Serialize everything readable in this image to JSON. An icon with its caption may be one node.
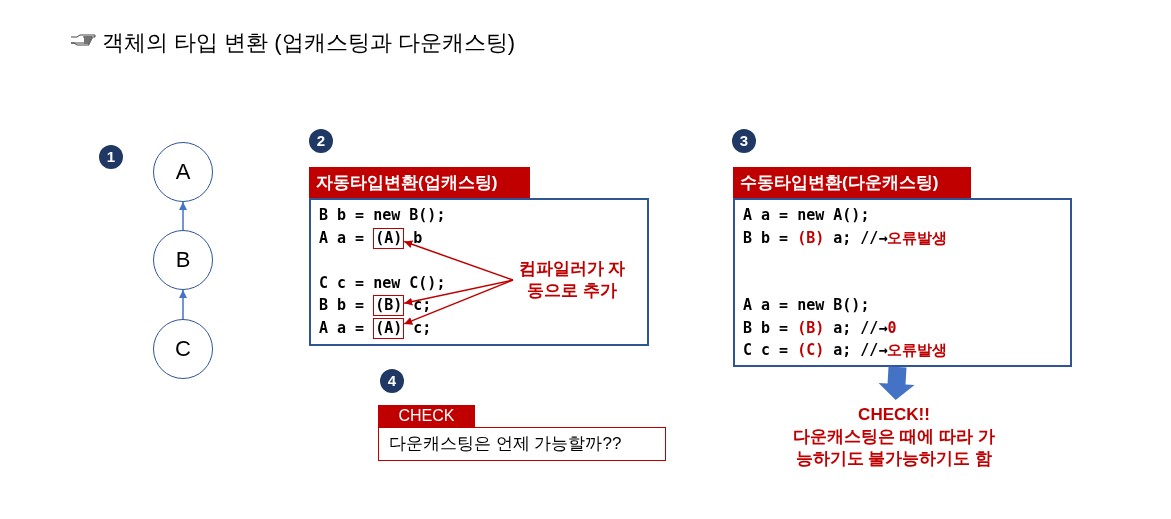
{
  "diagram": {
    "title": "객체의 타입 변환 (업캐스팅과 다운캐스팅)",
    "nodes": [
      {
        "text": [
          "A"
        ]
      },
      {
        "text": [
          "B"
        ]
      },
      {
        "text": [
          "C"
        ]
      },
      {
        "text": [
          "자동타입변환(업캐스팅)",
          "B b = new B();",
          "A a =",
          "b",
          "C c = new C();",
          "B b =",
          "c;",
          "A a =",
          "c;"
        ]
      },
      {
        "text": [
          "(A)"
        ],
        "in": 3
      },
      {
        "text": [
          "(B)"
        ],
        "in": 3
      },
      {
        "text": [
          "(A)"
        ],
        "in": 3
      },
      {
        "text": [
          "컴파일러가 자동으로 추가"
        ],
        "in": 3
      },
      {
        "text": [
          "수동타입변환(다운캐스팅)",
          "A a = new A();",
          "B b =",
          "(B)",
          "a; //→",
          "오류발생",
          "A a = new B();",
          "B b =",
          "(B)",
          "a; //→",
          "0",
          "C c =",
          "(C)",
          "a; //→",
          "오류발생"
        ]
      },
      {
        "text": [
          "CHECK!!",
          "다운캐스팅은 때에 따라 가능하기도 불가능하기도 함"
        ]
      },
      {
        "text": [
          "CHECK",
          "다운캐스팅은 언제 가능할까??"
        ]
      }
    ],
    "edges": [
      {
        "from": 1,
        "to": 0,
        "arrow": "to",
        "color": "#4472c4"
      },
      {
        "from": 2,
        "to": 1,
        "arrow": "to",
        "color": "#4472c4"
      },
      {
        "from": 7,
        "to": 4,
        "arrow": "to"
      },
      {
        "from": 7,
        "to": 5,
        "arrow": "to"
      },
      {
        "from": 7,
        "to": 6,
        "arrow": "to"
      },
      {
        "from": 8,
        "to": 9,
        "arrow": "to",
        "style": "thick",
        "color": "#4472c4"
      }
    ],
    "labels": [
      "1",
      "2",
      "3",
      "4"
    ]
  }
}
